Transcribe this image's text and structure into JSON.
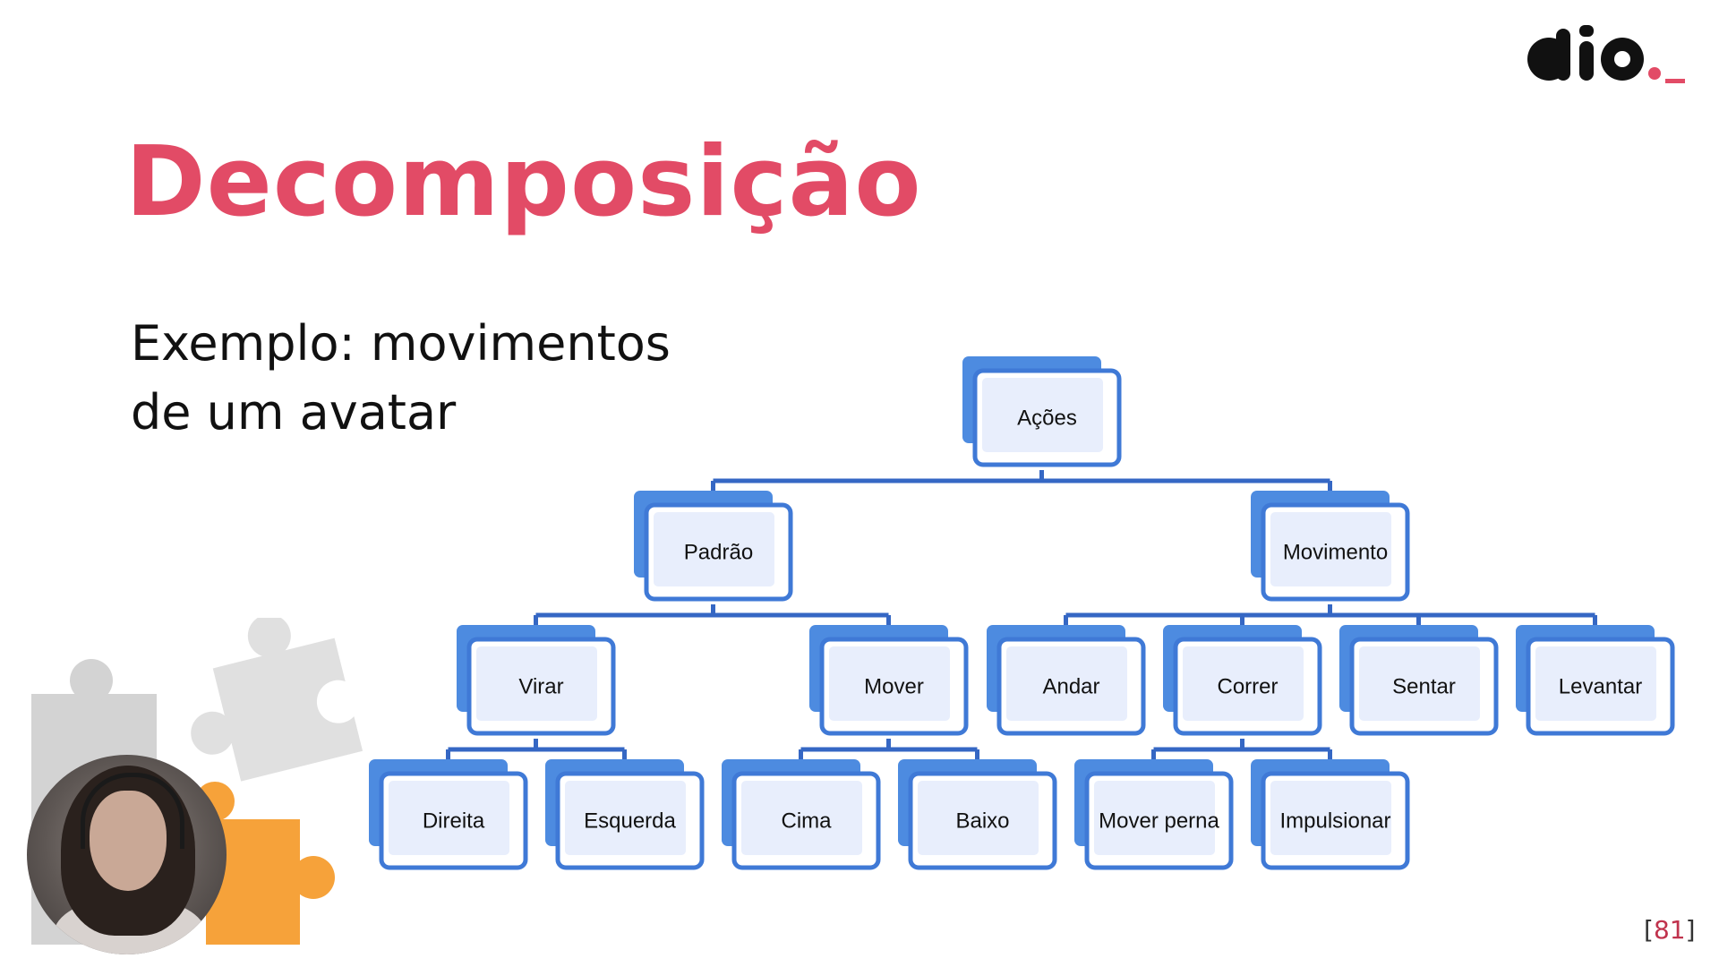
{
  "slide": {
    "title": "Decomposição",
    "subtitle_lines": [
      "Exemplo: movimentos",
      "de um avatar"
    ],
    "page_number": "81",
    "page_number_open": "[",
    "page_number_close": "]"
  },
  "logo": {
    "name": "dio-logo",
    "colors": {
      "text": "#111111",
      "accent": "#e24b66"
    }
  },
  "colors": {
    "title": "#e24b66",
    "node_back": "#4d8be0",
    "node_front_border": "#3f79d6",
    "node_front_fill": "#e8eefc",
    "connector": "#3567c4",
    "puzzle_gray": "#d3d3d3",
    "puzzle_orange": "#f6a23a"
  },
  "diagram": {
    "nodes": [
      {
        "id": "acoes",
        "label": "Ações",
        "parent": null
      },
      {
        "id": "padrao",
        "label": "Padrão",
        "parent": "acoes"
      },
      {
        "id": "movimento",
        "label": "Movimento",
        "parent": "acoes"
      },
      {
        "id": "virar",
        "label": "Virar",
        "parent": "padrao"
      },
      {
        "id": "mover",
        "label": "Mover",
        "parent": "padrao"
      },
      {
        "id": "andar",
        "label": "Andar",
        "parent": "movimento"
      },
      {
        "id": "correr",
        "label": "Correr",
        "parent": "movimento"
      },
      {
        "id": "sentar",
        "label": "Sentar",
        "parent": "movimento"
      },
      {
        "id": "levantar",
        "label": "Levantar",
        "parent": "movimento"
      },
      {
        "id": "direita",
        "label": "Direita",
        "parent": "virar"
      },
      {
        "id": "esquerda",
        "label": "Esquerda",
        "parent": "virar"
      },
      {
        "id": "cima",
        "label": "Cima",
        "parent": "mover"
      },
      {
        "id": "baixo",
        "label": "Baixo",
        "parent": "mover"
      },
      {
        "id": "mover-perna",
        "label": "Mover perna",
        "parent": "correr"
      },
      {
        "id": "impulsionar",
        "label": "Impulsionar",
        "parent": "correr"
      }
    ]
  }
}
